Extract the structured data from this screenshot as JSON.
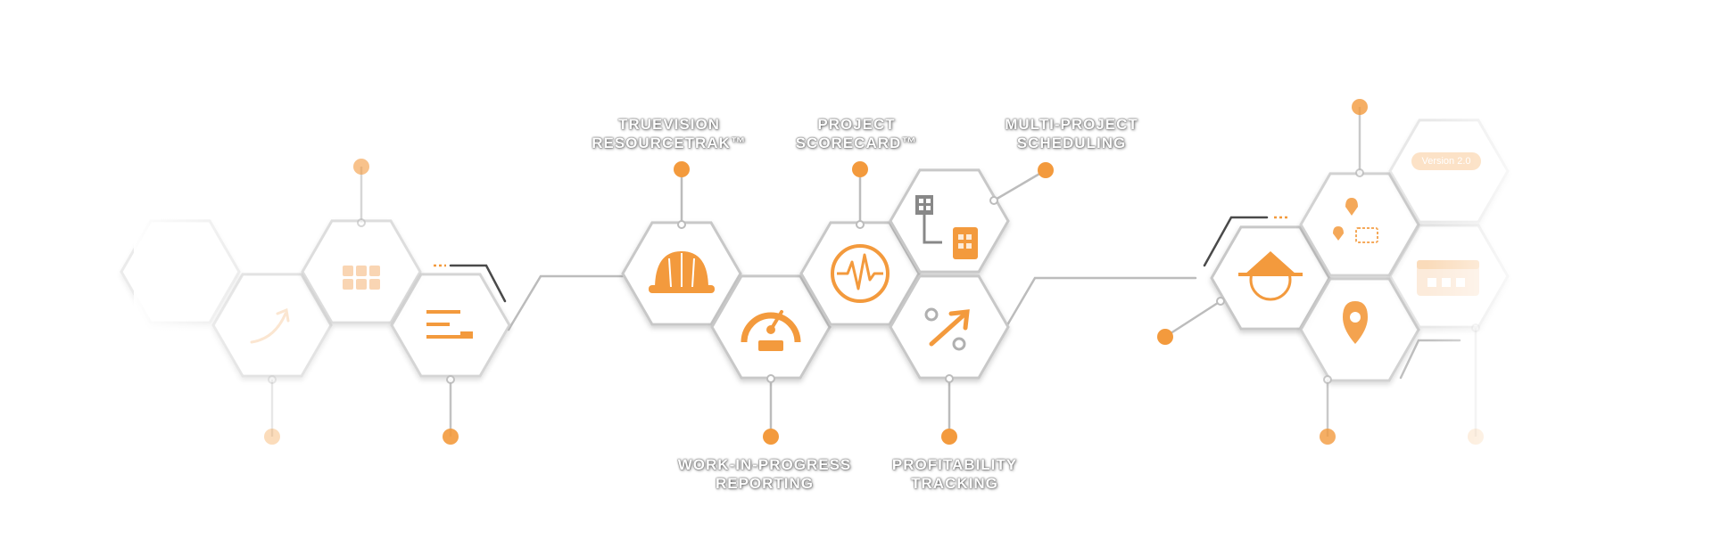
{
  "colors": {
    "accent": "#f39a3d",
    "accent_faded": "#f7c89a",
    "hex_stroke": "#c8c8c8",
    "connector": "#bcbcbc",
    "dark_line": "#4a4a4a"
  },
  "features": [
    {
      "line1": "TrueVision",
      "line2": "ResourceTrak™",
      "icon": "hard-hat-icon"
    },
    {
      "line1": "Project",
      "line2": "Scorecard™",
      "icon": "heartbeat-monitor-icon"
    },
    {
      "line1": "Multi-Project",
      "line2": "Scheduling",
      "icon": "grid-to-document-icon"
    },
    {
      "line1": "Work-in-Progress",
      "line2": "Reporting",
      "icon": "speedometer-icon"
    },
    {
      "line1": "Profitability",
      "line2": "Tracking",
      "icon": "percent-arrow-icon"
    }
  ],
  "left_cluster_icons": [
    "rising-arrow-icon",
    "grid-apps-icon",
    "gantt-bars-icon"
  ],
  "right_cluster_icons": [
    "survey-level-icon",
    "map-pins-icon",
    "location-pin-icon",
    "version-badge-icon",
    "calendar-window-icon"
  ],
  "badge": {
    "text": "Version 2.0"
  }
}
